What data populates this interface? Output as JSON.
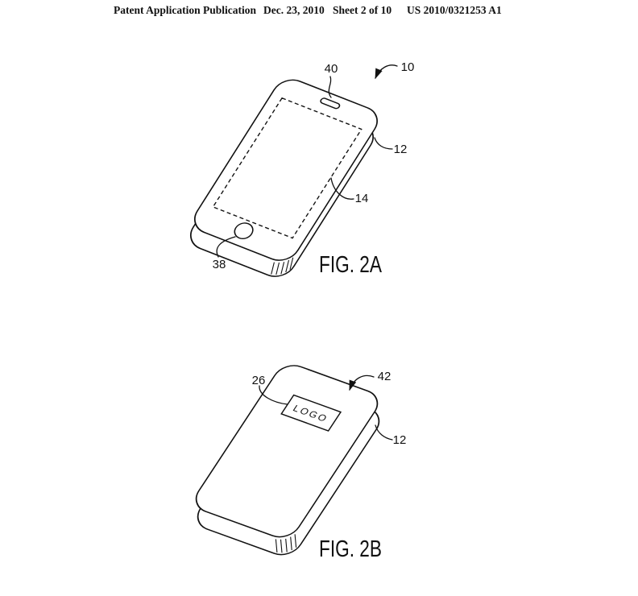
{
  "page": {
    "background_color": "#ffffff",
    "ink_color": "#111111"
  },
  "header": {
    "publication": "Patent Application Publication",
    "date": "Dec. 23, 2010",
    "sheet": "Sheet 2 of 10",
    "doc_number": "US 2010/0321253 A1"
  },
  "fig2a": {
    "caption": "FIG. 2A",
    "refs": {
      "r10": "10",
      "r12": "12",
      "r14": "14",
      "r38": "38",
      "r40": "40"
    }
  },
  "fig2b": {
    "caption": "FIG. 2B",
    "logo_text": "LOGO",
    "refs": {
      "r12": "12",
      "r26": "26",
      "r42": "42"
    }
  }
}
